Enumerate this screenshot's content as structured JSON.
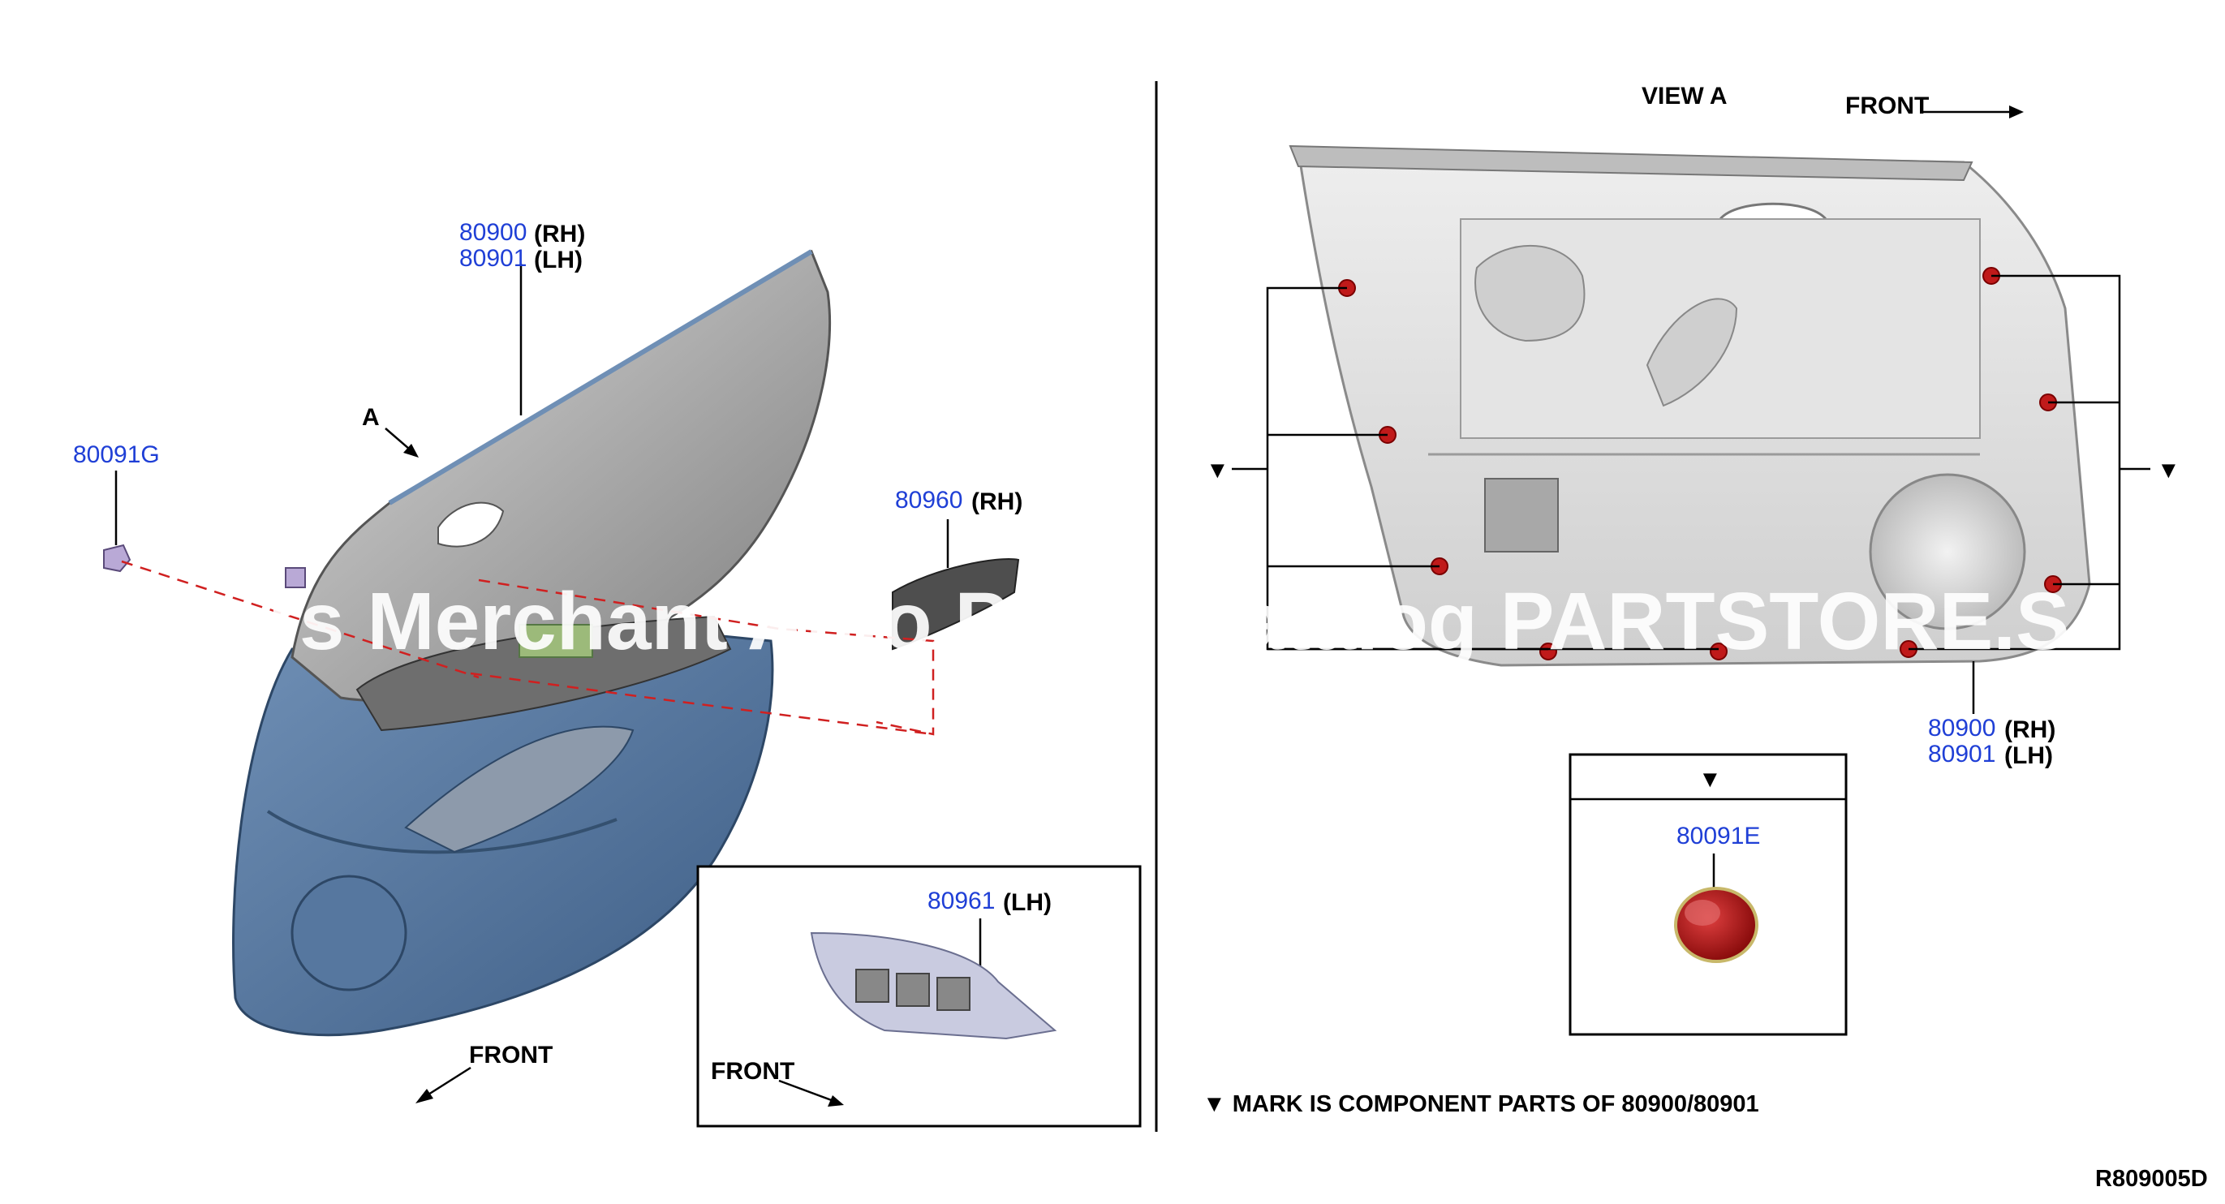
{
  "labels": {
    "part_80900": "80900",
    "suffix_rh": "(RH)",
    "part_80901": "80901",
    "suffix_lh": "(LH)",
    "part_80091g": "80091G",
    "part_80960": "80960",
    "part_80961": "80961",
    "part_80091e": "80091E",
    "arrow_a": "A",
    "view_a": "VIEW A",
    "front": "FRONT",
    "mark_symbol": "▼",
    "note": "▼ MARK IS COMPONENT PARTS OF 80900/80901",
    "diagram_code": "R809005D",
    "watermark": "rs Merchant Auto Parts Catalog PARTSTORE.S"
  },
  "colors": {
    "part_number": "#1f3fd6",
    "leader_line": "#000000",
    "dashed_leader": "#d02020",
    "door_trim_blue": "#4f6f96",
    "upper_trim_gray": "#9a9a9a",
    "clip_red": "#c01a1a",
    "panel_gray": "#d9d9d9"
  }
}
